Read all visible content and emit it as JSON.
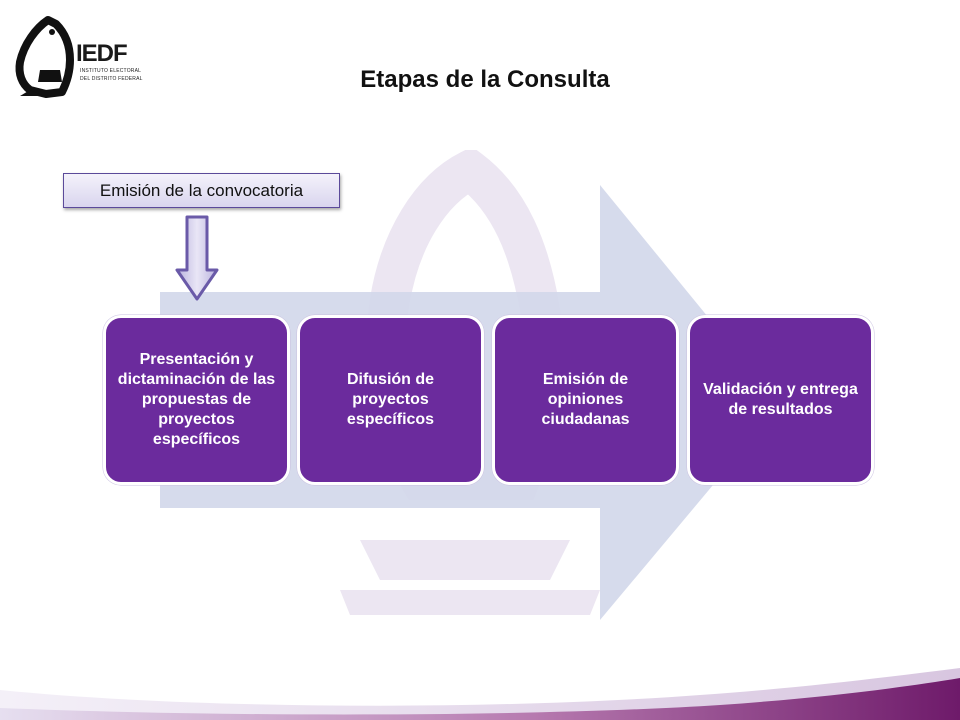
{
  "logo": {
    "text": "IEDF",
    "sub_line1": "INSTITUTO ELECTORAL",
    "sub_line2": "DEL DISTRITO FEDERAL"
  },
  "title": "Etapas de la Consulta",
  "convocatoria": "Emisión de la convocatoria",
  "stages": [
    "Presentación y dictaminación de las propuestas de proyectos específicos",
    "Difusión de proyectos específicos",
    "Emisión de opiniones ciudadanas",
    "Validación y entrega de resultados"
  ],
  "colors": {
    "stage_fill": "#6b2b9d",
    "arrow_fill": "#d3d8ea",
    "watermark": "#ede8f3",
    "bottom_purple": "#7a1f73"
  },
  "icons": {
    "logo": "dove-logo-icon",
    "down_arrow": "down-arrow-icon"
  }
}
